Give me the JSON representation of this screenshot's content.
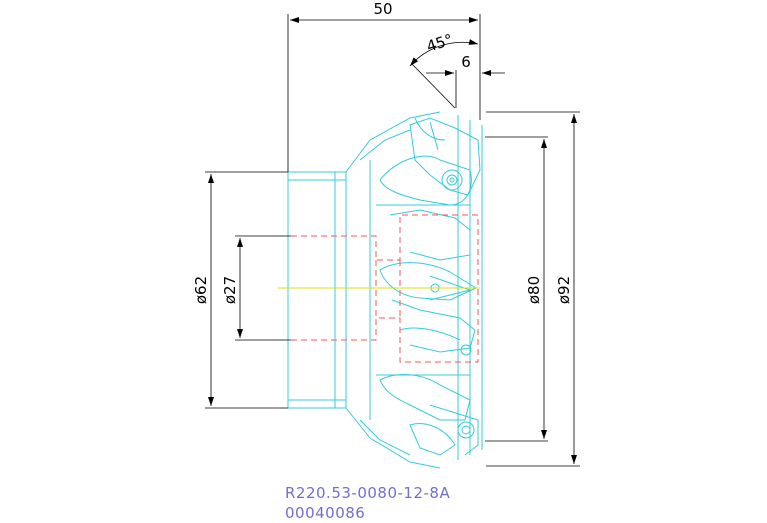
{
  "dimensions": {
    "length": "50",
    "angle": "45°",
    "offset": "6",
    "d62": "ø62",
    "d27": "ø27",
    "d80": "ø80",
    "d92": "ø92"
  },
  "caption": {
    "part_number": "R220.53-0080-12-8A",
    "item_code": "00040086"
  },
  "colors": {
    "outline": "#33ccdd",
    "hidden": "#ff5555",
    "centerline": "#e0e000",
    "dimension": "#000000",
    "caption": "#6f6fd6"
  }
}
